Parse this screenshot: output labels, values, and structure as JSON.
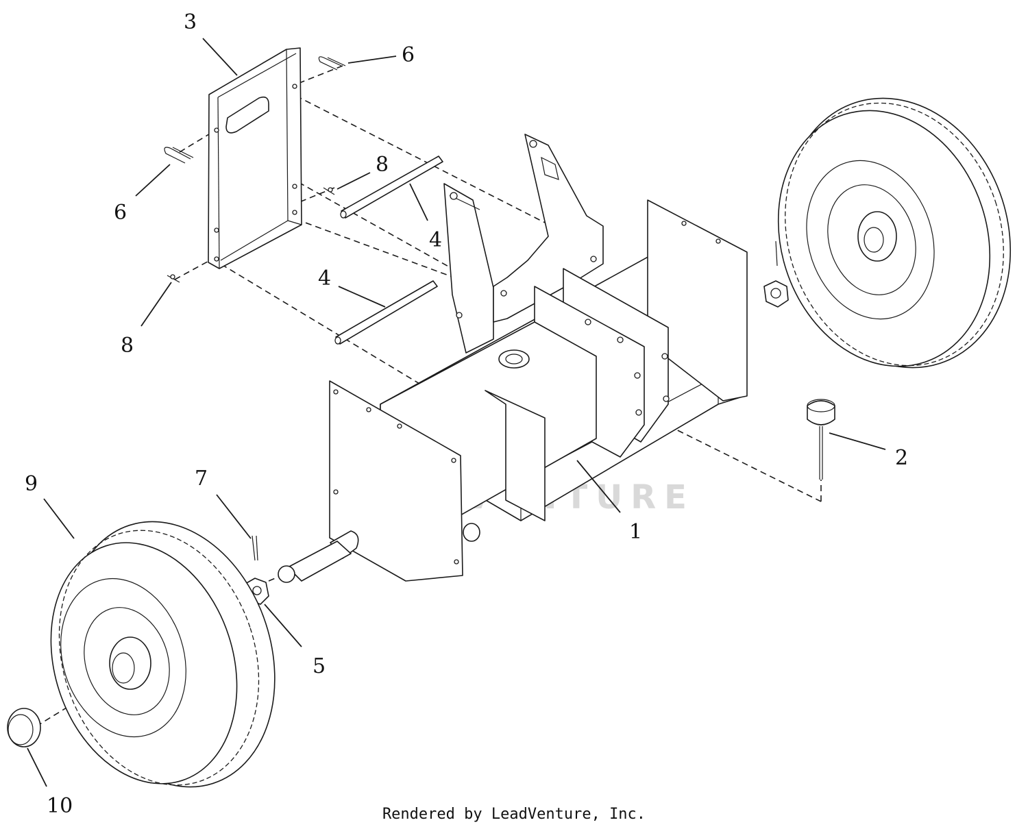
{
  "callouts": [
    "1",
    "2",
    "3",
    "4",
    "4",
    "5",
    "6",
    "6",
    "7",
    "8",
    "8",
    "9",
    "10"
  ],
  "watermark_text": "LEADVENTURE",
  "credit": "Rendered by LeadVenture, Inc.",
  "colors": {
    "line": "#1a1a1a",
    "background": "#ffffff",
    "watermark": "#d9d9d9"
  }
}
